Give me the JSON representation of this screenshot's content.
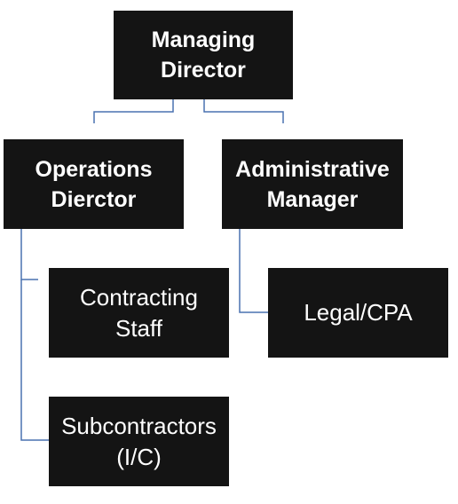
{
  "org_chart": {
    "root": {
      "label": "Managing\nDirector"
    },
    "operations": {
      "label": "Operations\nDierctor",
      "children": [
        {
          "label": "Contracting\nStaff"
        },
        {
          "label": "Subcontractors\n(I/C)"
        }
      ]
    },
    "administration": {
      "label": "Administrative\nManager",
      "children": [
        {
          "label": "Legal/CPA"
        }
      ]
    }
  },
  "colors": {
    "box_fill": "#141414",
    "box_text": "#ffffff",
    "connector": "#4a72b0"
  }
}
